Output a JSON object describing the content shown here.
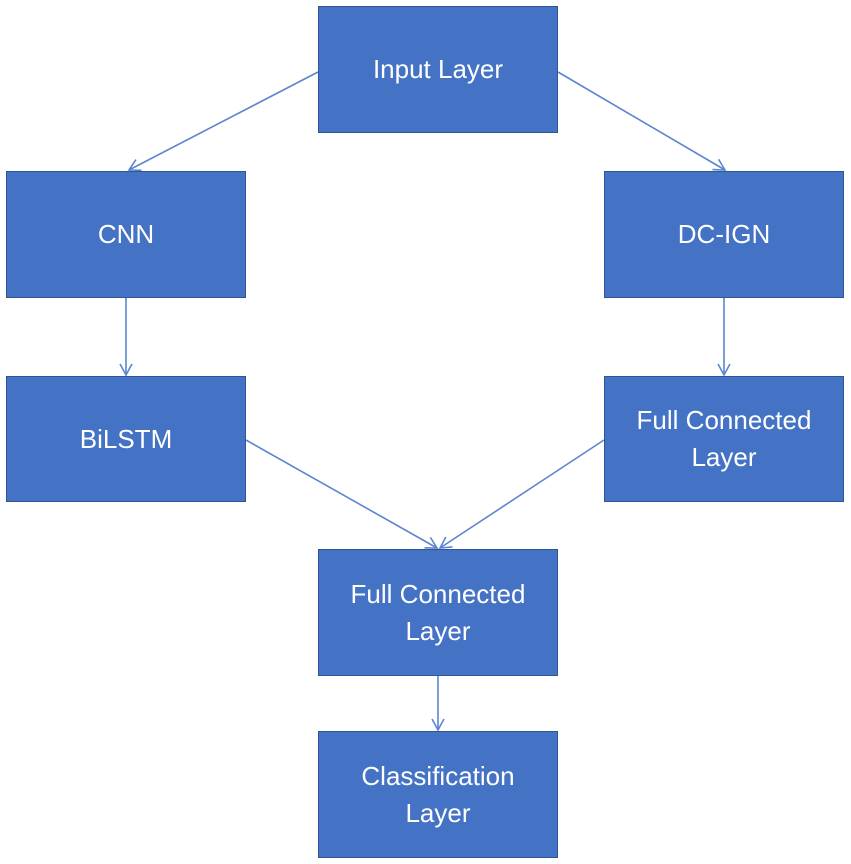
{
  "diagram": {
    "node_color": "#4472c4",
    "border_color": "#2f5597",
    "edge_color": "#5b86cf",
    "text_color": "#ffffff",
    "nodes": {
      "input": "Input Layer",
      "cnn": "CNN",
      "dcign": "DC-IGN",
      "bilstm": "BiLSTM",
      "fc_right": "Full Connected\nLayer",
      "fc_center": "Full Connected\nLayer",
      "classification": "Classification\nLayer"
    },
    "edges": [
      {
        "from": "input",
        "to": "cnn"
      },
      {
        "from": "input",
        "to": "dcign"
      },
      {
        "from": "cnn",
        "to": "bilstm"
      },
      {
        "from": "dcign",
        "to": "fc_right"
      },
      {
        "from": "bilstm",
        "to": "fc_center"
      },
      {
        "from": "fc_right",
        "to": "fc_center"
      },
      {
        "from": "fc_center",
        "to": "classification"
      }
    ]
  }
}
